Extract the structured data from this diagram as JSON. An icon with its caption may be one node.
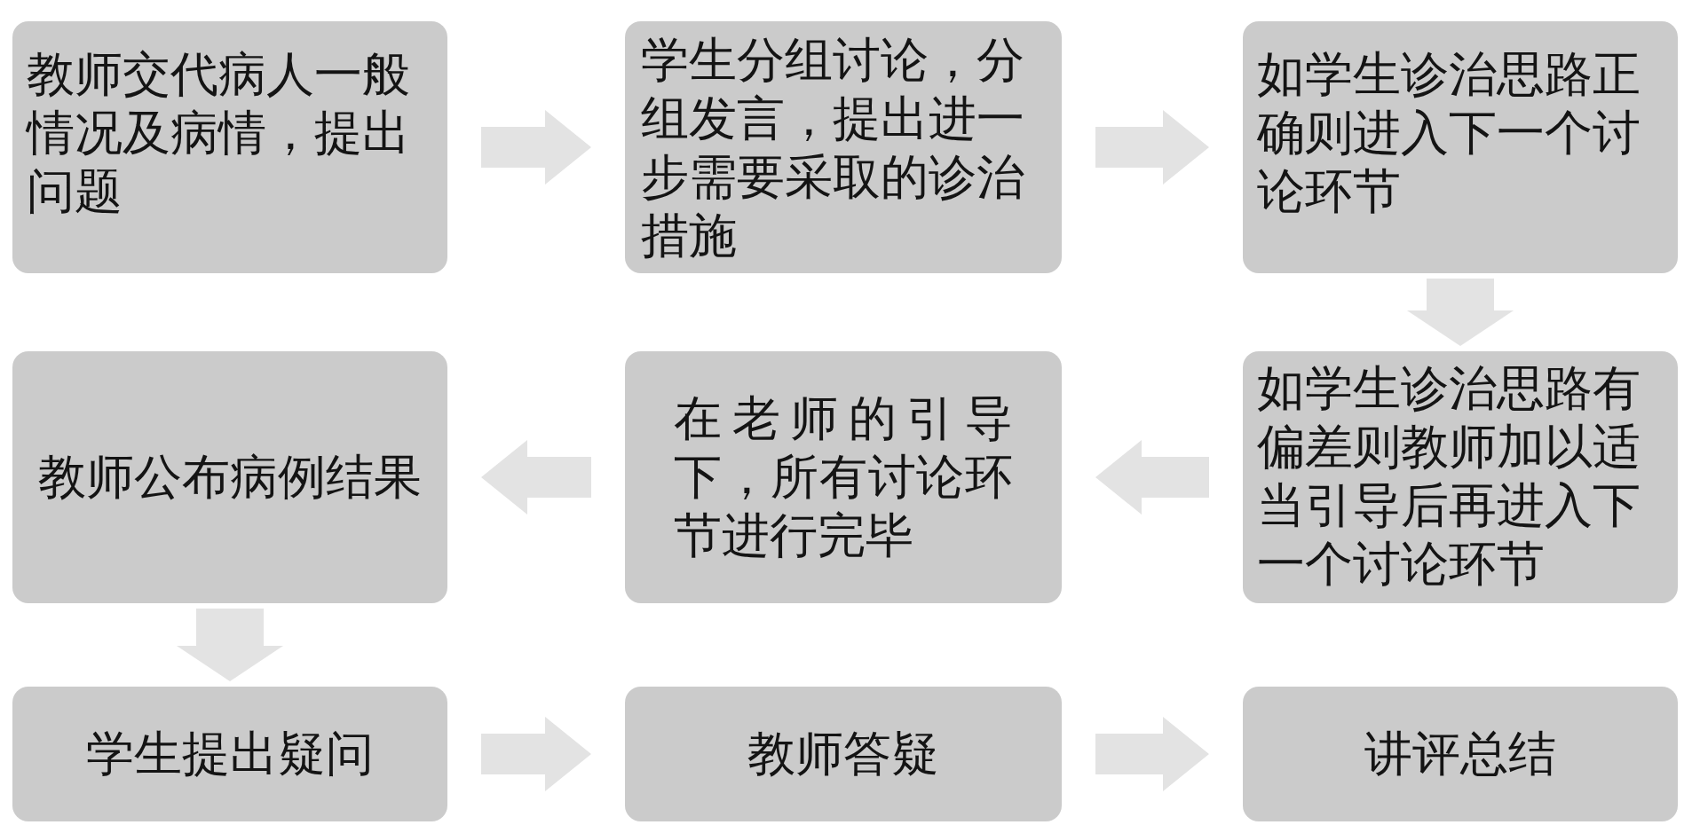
{
  "diagram": {
    "nodes": [
      {
        "text": [
          "教师交代病人一般情况及病情，提出问题"
        ]
      },
      {
        "text": [
          "学生分组讨论，分组发言，提出进一步需要采取的诊治措施"
        ]
      },
      {
        "text": [
          "如学生诊治思路正确则进入下一个讨论环节"
        ]
      },
      {
        "text": [
          "教师公布病例结果"
        ]
      },
      {
        "text": [
          "在老师的引导下，所有讨论环节进行完毕"
        ]
      },
      {
        "text": [
          "如学生诊治思路有偏差则教师加以适当引导后再进入下一个讨论环节"
        ]
      },
      {
        "text": [
          "学生提出疑问"
        ]
      },
      {
        "text": [
          "教师答疑"
        ]
      },
      {
        "text": [
          "讲评总结"
        ]
      }
    ],
    "edges": [
      {
        "from": 0,
        "to": 1,
        "arrow": "to"
      },
      {
        "from": 1,
        "to": 2,
        "arrow": "to"
      },
      {
        "from": 2,
        "to": 5,
        "arrow": "to"
      },
      {
        "from": 5,
        "to": 4,
        "arrow": "to"
      },
      {
        "from": 4,
        "to": 3,
        "arrow": "to"
      },
      {
        "from": 3,
        "to": 6,
        "arrow": "to"
      },
      {
        "from": 6,
        "to": 7,
        "arrow": "to"
      },
      {
        "from": 7,
        "to": 8,
        "arrow": "to"
      }
    ]
  }
}
